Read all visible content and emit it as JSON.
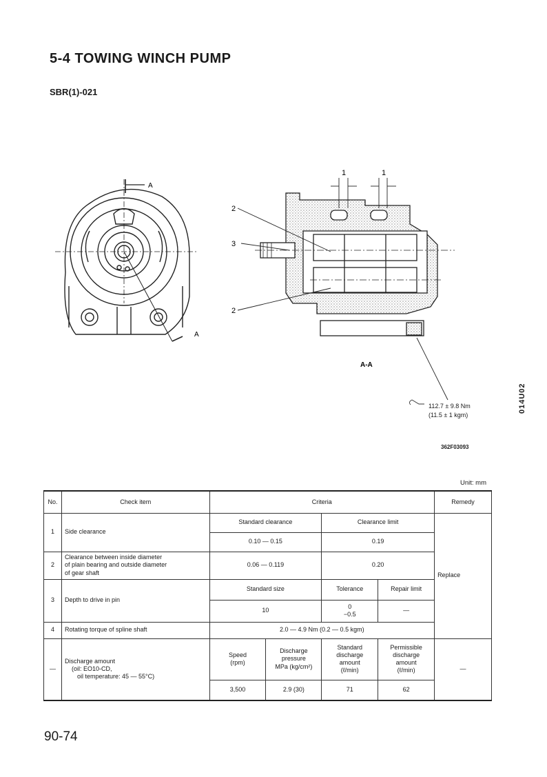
{
  "header": {
    "title": "5-4  TOWING WINCH PUMP",
    "subtitle": "SBR(1)-021"
  },
  "drawing": {
    "section_marker": "A",
    "section_label": "A-A",
    "callouts": [
      "2",
      "3",
      "2",
      "1",
      "1"
    ],
    "torque_line1": "112.7 ± 9.8 Nm",
    "torque_line2": "(11.5 ± 1 kgm)",
    "figure_code": "362F03093",
    "side_code": "014U02"
  },
  "table": {
    "unit": "Unit: mm",
    "headers": {
      "no": "No.",
      "check_item": "Check item",
      "criteria": "Criteria",
      "remedy": "Remedy"
    },
    "row1": {
      "no": "1",
      "item": "Side clearance",
      "h_std": "Standard clearance",
      "h_limit": "Clearance limit",
      "std": "0.10 — 0.15",
      "limit": "0.19"
    },
    "row2": {
      "no": "2",
      "item_l1": "Clearance between inside diameter",
      "item_l2": "of plain bearing and outside diameter",
      "item_l3": "of gear shaft",
      "std": "0.06 — 0.119",
      "limit": "0.20"
    },
    "remedy_replace": "Replace",
    "row3": {
      "no": "3",
      "item": "Depth to drive in pin",
      "h_size": "Standard size",
      "h_tol": "Tolerance",
      "h_repair": "Repair limit",
      "size": "10",
      "tol_upper": "0",
      "tol_lower": "−0.5",
      "repair": "—"
    },
    "row4": {
      "no": "4",
      "item": "Rotating torque of spline shaft",
      "value": "2.0 — 4.9 Nm (0.2 — 0.5 kgm)"
    },
    "row5": {
      "no": "—",
      "item_l1": "Discharge amount",
      "item_l2": "(oil: EO10-CD,",
      "item_l3": "oil temperature: 45 — 55°C)",
      "h_speed_l1": "Speed",
      "h_speed_l2": "(rpm)",
      "h_press_l1": "Discharge",
      "h_press_l2": "pressure",
      "h_press_l3": "MPa (kg/cm²)",
      "h_std_l1": "Standard",
      "h_std_l2": "discharge",
      "h_std_l3": "amount",
      "h_std_l4": "(ℓ/min)",
      "h_perm_l1": "Permissible",
      "h_perm_l2": "discharge",
      "h_perm_l3": "amount",
      "h_perm_l4": "(ℓ/min)",
      "speed": "3,500",
      "pressure": "2.9 (30)",
      "std": "71",
      "perm": "62",
      "remedy": "—"
    }
  },
  "footer": {
    "page_number": "90-74"
  }
}
